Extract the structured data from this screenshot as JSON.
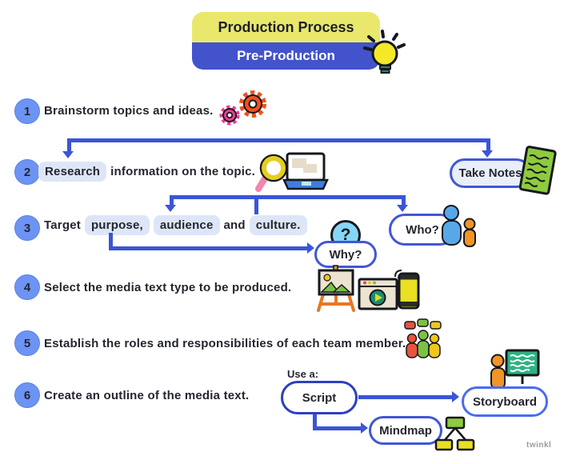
{
  "header": {
    "title": "Production Process",
    "subtitle": "Pre-Production"
  },
  "steps": [
    {
      "num": "1",
      "text": "Brainstorm topics and ideas."
    },
    {
      "num": "2",
      "highlight": "Research",
      "rest": "information on the topic."
    },
    {
      "num": "3",
      "prefix": "Target",
      "box1": "purpose,",
      "box2": "audience",
      "conj": "and",
      "box3": "culture."
    },
    {
      "num": "4",
      "text": "Select the media text type to be produced."
    },
    {
      "num": "5",
      "text": "Establish the roles and responsibilities of each team member."
    },
    {
      "num": "6",
      "text": "Create an outline of the media text."
    }
  ],
  "nodes": {
    "take_notes": "Take Notes",
    "why": "Why?",
    "who": "Who?",
    "use_label": "Use a:",
    "script": "Script",
    "storyboard": "Storyboard",
    "mindmap": "Mindmap",
    "question": "?"
  },
  "icons": {
    "header": "lightbulb-icon",
    "step1": "gears-icon",
    "step2": [
      "magnifier-icon",
      "laptop-icon",
      "notes-sheet-icon"
    ],
    "step3": [
      "question-mark-icon",
      "people-icon"
    ],
    "step4": [
      "easel-art-icon",
      "video-player-icon",
      "smartphone-icon"
    ],
    "step5": "team-discussion-icon",
    "step6": [
      "presenter-board-icon",
      "mindmap-diagram-icon"
    ]
  },
  "colors": {
    "header_yellow": "#e9e86d",
    "header_blue": "#4253cb",
    "step_circle_blue": "#6d94f4",
    "text_dark": "#24262e",
    "highlight_bg": "#dde6f7",
    "connector_blue": "#3a55d8",
    "pill_border": "#4157d5",
    "pill_lavender": "#e9eefb"
  },
  "watermark": "twinkl"
}
